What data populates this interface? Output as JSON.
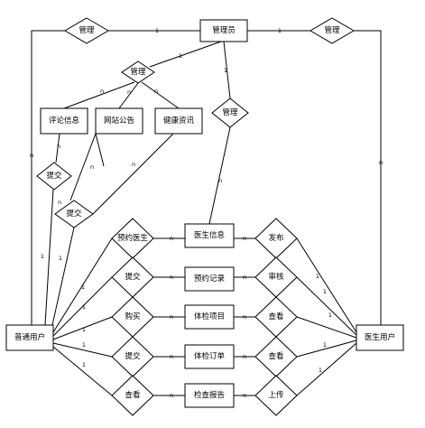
{
  "entities": {
    "admin": "管理员",
    "comment": "评论信息",
    "notice": "网站公告",
    "health": "健康资讯",
    "doctor_info": "医生信息",
    "appt_record": "预约记录",
    "exam_item": "体检项目",
    "exam_order": "体检订单",
    "report": "检查报告",
    "user": "普通用户",
    "doctor": "医生用户"
  },
  "relations": {
    "manage_left": "管理",
    "manage_right": "管理",
    "manage_mid": "管理",
    "manage_doc": "管理",
    "submit1": "提交",
    "submit2": "提交",
    "book_doctor": "预约医生",
    "submit3": "提交",
    "buy": "购买",
    "submit4": "提交",
    "view_report": "查看",
    "publish": "发布",
    "review": "审核",
    "view_item": "查看",
    "view_order": "查看",
    "upload": "上传"
  },
  "cardinality": {
    "one": "1",
    "n": "n"
  }
}
